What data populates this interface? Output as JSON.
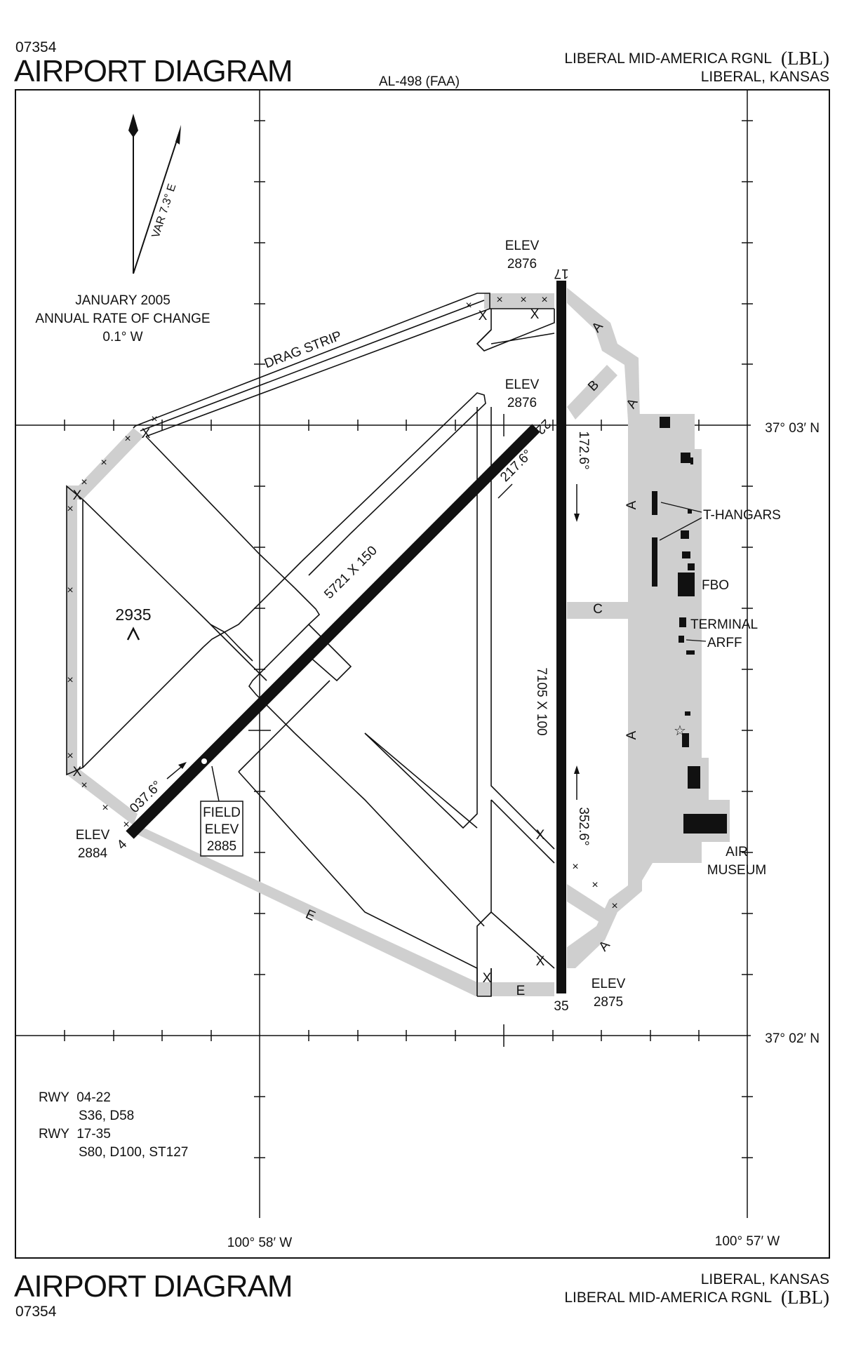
{
  "header": {
    "procedure_number": "07354",
    "title": "AIRPORT DIAGRAM",
    "chart_code": "AL-498 (FAA)",
    "airport_name": "LIBERAL MID-AMERICA RGNL",
    "airport_id": "(LBL)",
    "city_state": "LIBERAL, KANSAS"
  },
  "footer": {
    "title": "AIRPORT DIAGRAM",
    "procedure_number": "07354",
    "city_state": "LIBERAL, KANSAS",
    "airport_name": "LIBERAL MID-AMERICA RGNL",
    "airport_id": "(LBL)"
  },
  "variation": {
    "label": "VAR 7.3° E",
    "date": "JANUARY 2005",
    "rate_title": "ANNUAL RATE OF CHANGE",
    "rate": "0.1° W"
  },
  "grid": {
    "lat_top": "37° 03′ N",
    "lat_bottom": "37° 02′ N",
    "lon_left": "100° 58′ W",
    "lon_right": "100° 57′ W"
  },
  "runways": {
    "rwy_17_35": {
      "dims": "7105 X 100",
      "end_17": "17",
      "end_35": "35",
      "hdg_south": "172.6°",
      "hdg_north": "352.6°"
    },
    "rwy_04_22": {
      "dims": "5721 X 150",
      "end_4": "4",
      "end_22": "22",
      "hdg_ne": "037.6°",
      "hdg_sw": "217.6°"
    }
  },
  "elevations": {
    "elev_label": "ELEV",
    "rwy17_elev": "2876",
    "rwy22_elev": "2876",
    "rwy4_elev": "2884",
    "rwy35_elev": "2875",
    "field_label_1": "FIELD",
    "field_label_2": "ELEV",
    "field_elev": "2885",
    "obstacle_elev": "2935"
  },
  "taxiways": [
    "A",
    "B",
    "C",
    "E"
  ],
  "labels": {
    "drag_strip": "DRAG STRIP",
    "t_hangars": "T-HANGARS",
    "fbo": "FBO",
    "terminal": "TERMINAL",
    "arff": "ARFF",
    "air_museum_1": "AIR",
    "air_museum_2": "MUSEUM",
    "closed_mark": "X",
    "closed_small": "×"
  },
  "pavement_strength": {
    "rwy_04_22_label": "RWY  04-22",
    "rwy_04_22_values": "S36, D58",
    "rwy_17_35_label": "RWY  17-35",
    "rwy_17_35_values": "S80, D100, ST127"
  },
  "colors": {
    "taxiway_gray": "#cfcfcf",
    "runway_black": "#111111",
    "background": "#ffffff"
  }
}
